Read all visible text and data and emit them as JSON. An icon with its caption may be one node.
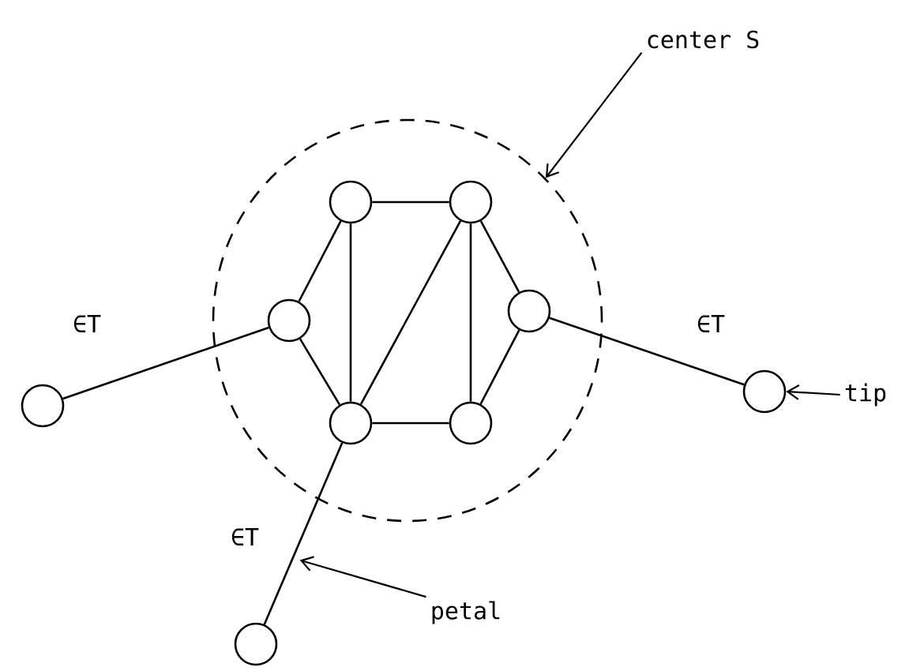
{
  "diagram": {
    "nodes": [
      {
        "text": [],
        "shape": "circle"
      },
      {
        "text": [
          "center S"
        ]
      },
      {
        "text": [],
        "shape": "circle",
        "in": 0
      },
      {
        "text": [],
        "shape": "circle",
        "in": 0
      },
      {
        "text": [],
        "shape": "circle",
        "in": 0
      },
      {
        "text": [],
        "shape": "circle",
        "in": 0
      },
      {
        "text": [],
        "shape": "circle",
        "in": 0
      },
      {
        "text": [],
        "shape": "circle",
        "in": 0
      },
      {
        "text": [],
        "shape": "circle"
      },
      {
        "text": [],
        "shape": "circle"
      },
      {
        "text": [],
        "shape": "circle"
      },
      {
        "text": [
          "tip"
        ]
      },
      {
        "text": [
          "petal"
        ]
      }
    ],
    "edges": [
      {
        "from": 2,
        "to": 3,
        "arrow": "none"
      },
      {
        "from": 2,
        "to": 4,
        "arrow": "none"
      },
      {
        "from": 2,
        "to": 6,
        "arrow": "none"
      },
      {
        "from": 3,
        "to": 6,
        "arrow": "none"
      },
      {
        "from": 3,
        "to": 7,
        "arrow": "none"
      },
      {
        "from": 3,
        "to": 5,
        "arrow": "none"
      },
      {
        "from": 4,
        "to": 6,
        "arrow": "none"
      },
      {
        "from": 5,
        "to": 7,
        "arrow": "none"
      },
      {
        "from": 6,
        "to": 7,
        "arrow": "none"
      },
      {
        "from": 4,
        "to": 8,
        "arrow": "none",
        "label": "∈T"
      },
      {
        "from": 5,
        "to": 9,
        "arrow": "none",
        "label": "∈T"
      },
      {
        "from": 6,
        "to": 10,
        "arrow": "none",
        "label": "∈T"
      },
      {
        "from": 1,
        "to": 0,
        "arrow": "to"
      },
      {
        "from": 11,
        "to": 9,
        "arrow": "to"
      },
      {
        "from": 12,
        "to": null,
        "arrow": "to"
      }
    ]
  }
}
